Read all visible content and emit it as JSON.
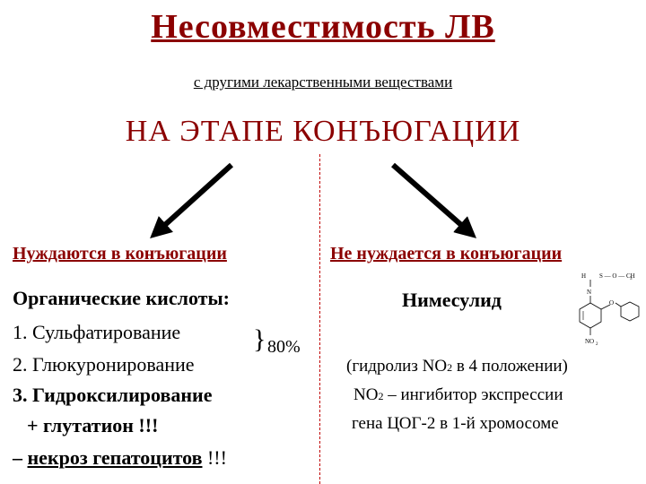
{
  "title": "Несовместимость ЛВ",
  "subtitle": "с другими лекарственными веществами",
  "stage": "НА  ЭТАПЕ  КОНЪЮГАЦИИ",
  "left": {
    "heading": "Нуждаются в конъюгации",
    "group_title": "Органические кислоты:",
    "items": [
      "1. Сульфатирование",
      "2. Глюкуронирование",
      "3. Гидроксилирование"
    ],
    "brace": "}",
    "percent": "80%",
    "glutathione": "+ глутатион !!!",
    "necrosis_dash": "–",
    "necrosis": "некроз гепатоцитов",
    "necrosis_tail": "!!!"
  },
  "right": {
    "heading": "Не нуждается в конъюгации",
    "drug": "Нимесулид",
    "line1_pre": "(гидролиз NO",
    "line1_sub": "2",
    "line1_post": " в 4 положении)",
    "line2_pre": "NO",
    "line2_sub": "2",
    "line2_post": " – ингибитор экспрессии",
    "line3": "гена ЦОГ-2 в 1-й хромосоме"
  },
  "structure": {
    "nh_label": "H",
    "n_label": "N",
    "so2_label": "S — O — CH",
    "ch_sub": "3",
    "o_label": "O",
    "no2_label": "NO",
    "no2_sub": "2"
  },
  "colors": {
    "accent": "#8b0000",
    "divider": "#c00000",
    "arrow": "#000000"
  }
}
